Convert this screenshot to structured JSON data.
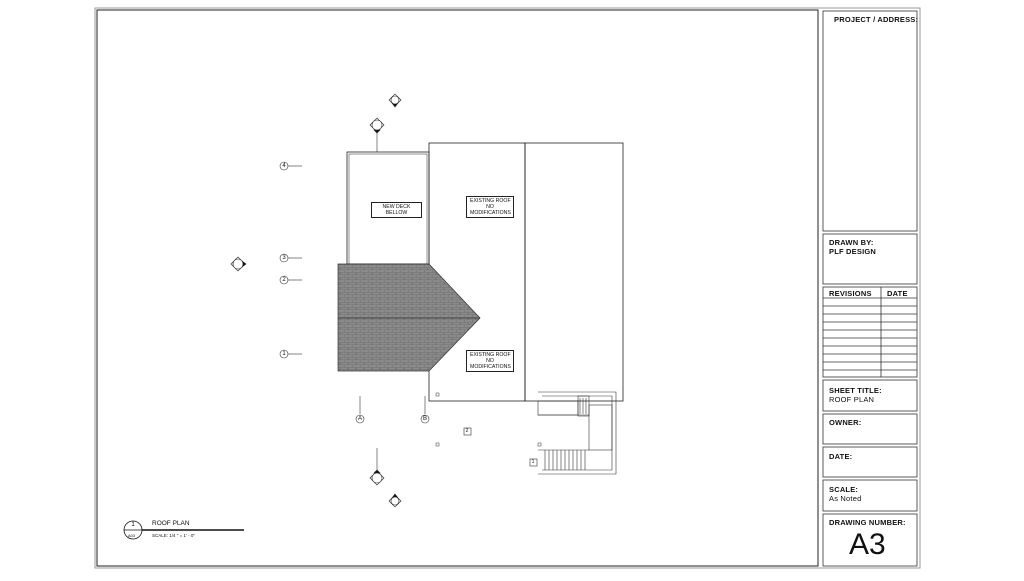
{
  "title_block": {
    "project_address_label": "PROJECT / ADDRESS:",
    "drawn_by_label": "DRAWN BY:",
    "drawn_by_value": "PLF DESIGN",
    "revisions_label": "REVISIONS",
    "date_col_label": "DATE",
    "sheet_title_label": "SHEET TITLE:",
    "sheet_title_value": "ROOF PLAN",
    "owner_label": "OWNER:",
    "date_label": "DATE:",
    "scale_label": "SCALE:",
    "scale_value": "As Noted",
    "drawing_number_label": "DRAWING NUMBER:",
    "drawing_number_value": "A3"
  },
  "drawing": {
    "labels": {
      "new_deck": [
        "NEW DECK",
        "BELLOW"
      ],
      "existing_roof_top": [
        "EXISTING ROOF",
        "NO",
        "MODIFICATIONS"
      ],
      "existing_roof_bottom": [
        "EXISTING ROOF",
        "NO",
        "MODIFICATIONS"
      ]
    },
    "grid_rows": [
      "4",
      "3",
      "2",
      "1"
    ],
    "grid_cols": [
      "A",
      "B"
    ],
    "stair_tags": [
      "2",
      "1"
    ]
  },
  "view_title": {
    "number": "1",
    "sheet_ref": "A03",
    "title": "ROOF PLAN",
    "scale": "SCALE: 1/4 \" = 1' - 0\""
  }
}
